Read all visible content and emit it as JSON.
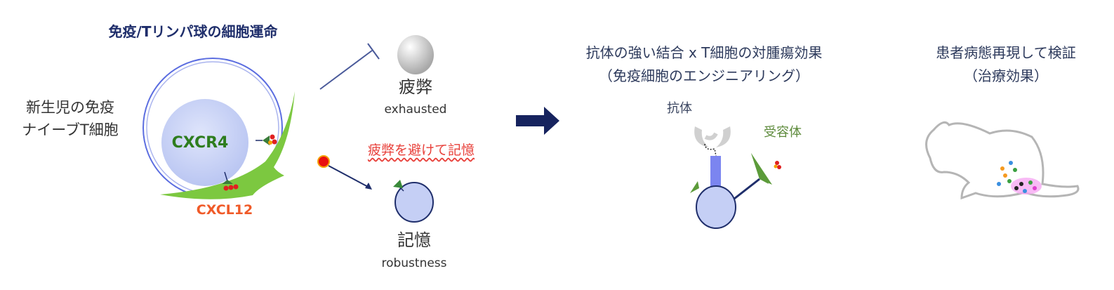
{
  "left_panel": {
    "title": "免疫/Tリンパ球の細胞運命",
    "cell_label_line1": "新生児の免疫",
    "cell_label_line2": "ナイーブT細胞",
    "receptor_label": "CXCR4",
    "ligand_label": "CXCL12"
  },
  "fates": {
    "exhausted_jp": "疲弊",
    "exhausted_en": "exhausted",
    "avoid_text": "疲弊を避けて記憶",
    "memory_jp": "記憶",
    "memory_en": "robustness"
  },
  "engineering": {
    "heading_line1": "抗体の強い結合 x T細胞の対腫瘍効果",
    "heading_line2": "（免疫細胞のエンジニアリング）",
    "antibody_label": "抗体",
    "receptor_label": "受容体"
  },
  "validation": {
    "heading_line1": "患者病態再現して検証",
    "heading_line2": "（治療効果）"
  },
  "colors": {
    "navy": "#1f2e6b",
    "green": "#2e7d1e",
    "orange": "#f05a28",
    "red": "#e8403a",
    "cell_fill": "#c5cff5"
  }
}
